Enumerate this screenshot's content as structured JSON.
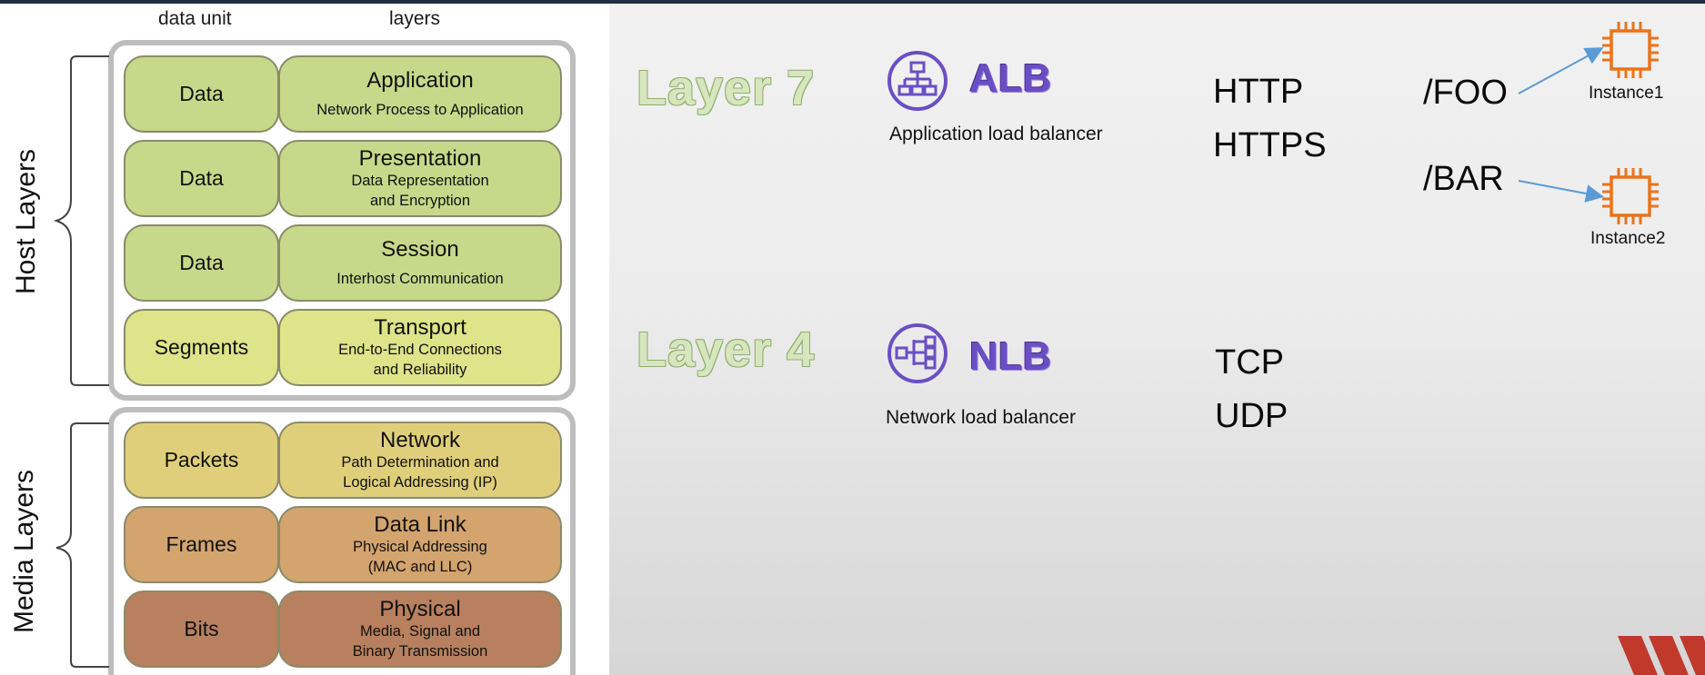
{
  "headers": {
    "data_unit": "data unit",
    "layers": "layers"
  },
  "groups": {
    "host": "Host Layers",
    "media": "Media Layers"
  },
  "osi_layers": [
    {
      "unit": "Data",
      "name": "Application",
      "desc1": "Network Process to Application",
      "desc2": "",
      "color": "#c6d98a"
    },
    {
      "unit": "Data",
      "name": "Presentation",
      "desc1": "Data Representation",
      "desc2": "and Encryption",
      "color": "#c6d98a"
    },
    {
      "unit": "Data",
      "name": "Session",
      "desc1": "Interhost Communication",
      "desc2": "",
      "color": "#c6d98a"
    },
    {
      "unit": "Segments",
      "name": "Transport",
      "desc1": "End-to-End Connections",
      "desc2": "and Reliability",
      "color": "#dde489"
    },
    {
      "unit": "Packets",
      "name": "Network",
      "desc1": "Path Determination and",
      "desc2": "Logical Addressing (IP)",
      "color": "#e0cf7a"
    },
    {
      "unit": "Frames",
      "name": "Data Link",
      "desc1": "Physical Addressing",
      "desc2": "(MAC and LLC)",
      "color": "#d3a46e"
    },
    {
      "unit": "Bits",
      "name": "Physical",
      "desc1": "Media, Signal and",
      "desc2": "Binary Transmission",
      "color": "#b8805f"
    }
  ],
  "layer7": {
    "label": "Layer 7",
    "lb_name": "ALB",
    "lb_desc": "Application load balancer",
    "protocols": [
      "HTTP",
      "HTTPS"
    ],
    "routes": [
      {
        "path": "/FOO",
        "instance": "Instance1"
      },
      {
        "path": "/BAR",
        "instance": "Instance2"
      }
    ]
  },
  "layer4": {
    "label": "Layer 4",
    "lb_name": "NLB",
    "lb_desc": "Network load balancer",
    "protocols": [
      "TCP",
      "UDP"
    ]
  },
  "colors": {
    "lb_purple": "#6a4fc4",
    "instance_orange": "#e8741c",
    "arrow_blue": "#5b9bd5",
    "layer_label_green": "#d7e6bf"
  },
  "icons": {
    "alb": "alb-icon",
    "nlb": "nlb-icon",
    "instance": "ec2-instance-icon"
  }
}
